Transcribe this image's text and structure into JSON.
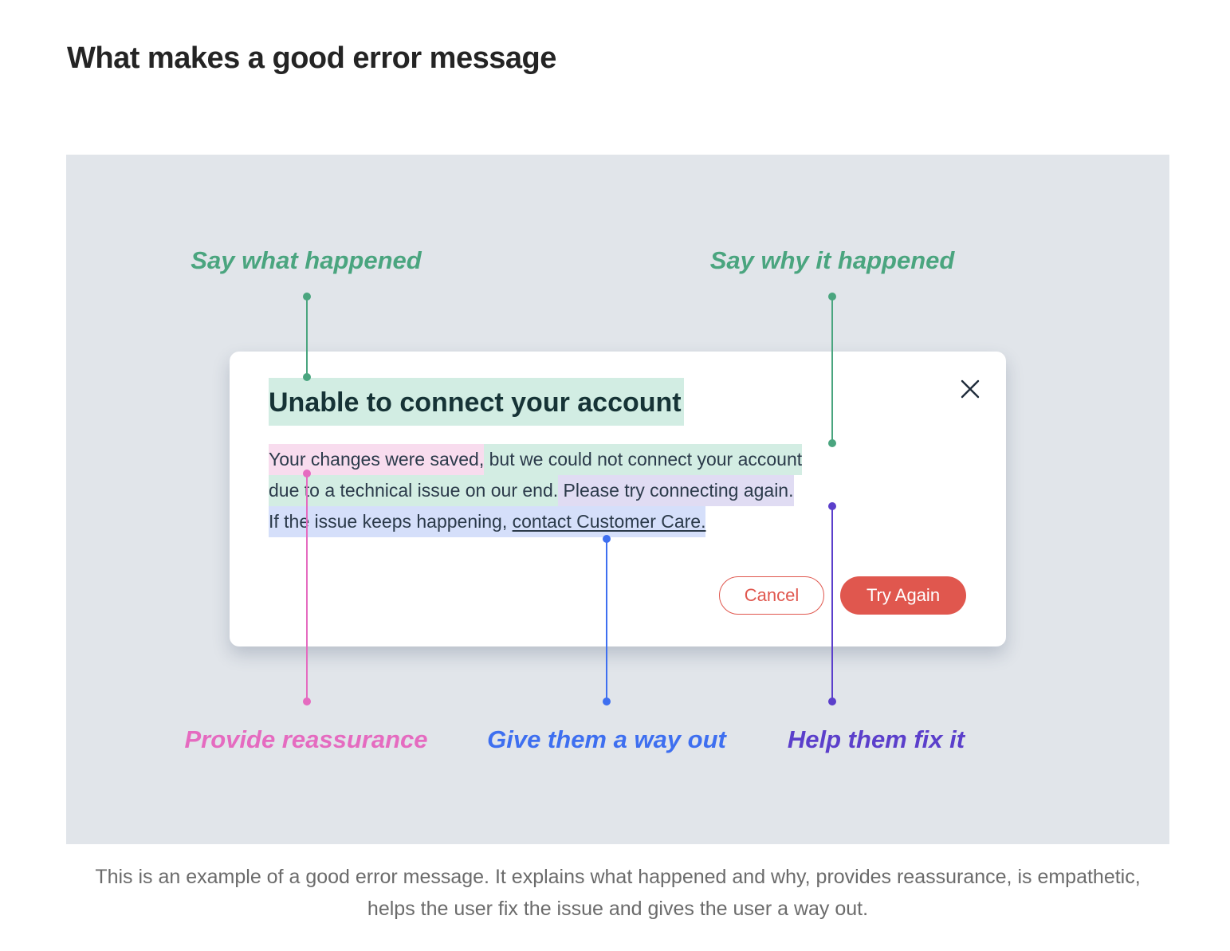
{
  "page": {
    "heading": "What makes a good error message",
    "caption": "This is an example of a good error message. It explains what happened and why, provides reassurance, is empathetic, helps the user fix the issue and gives the user a way out."
  },
  "annotations": {
    "say_what_happened": "Say what happened",
    "say_why_it_happened": "Say why it happened",
    "provide_reassurance": "Provide reassurance",
    "give_them_a_way_out": "Give them a way out",
    "help_them_fix_it": "Help them fix it"
  },
  "dialog": {
    "title": "Unable to connect your account",
    "reassurance": "Your changes were saved,",
    "why_line1": "but we could not connect your account",
    "why_line2": "due to a technical issue on our end.",
    "fix": "Please try connecting again.",
    "way_out_prefix": "If the issue keeps happening,",
    "link": "contact Customer Care.",
    "cancel_label": "Cancel",
    "try_again_label": "Try Again",
    "close_icon": "close-icon"
  },
  "colors": {
    "green": "#4aa57f",
    "pink": "#e56bc0",
    "blue": "#3e6ff0",
    "purple": "#5b3fcb",
    "button_red": "#e0574e",
    "panel_background": "#e1e5ea"
  }
}
